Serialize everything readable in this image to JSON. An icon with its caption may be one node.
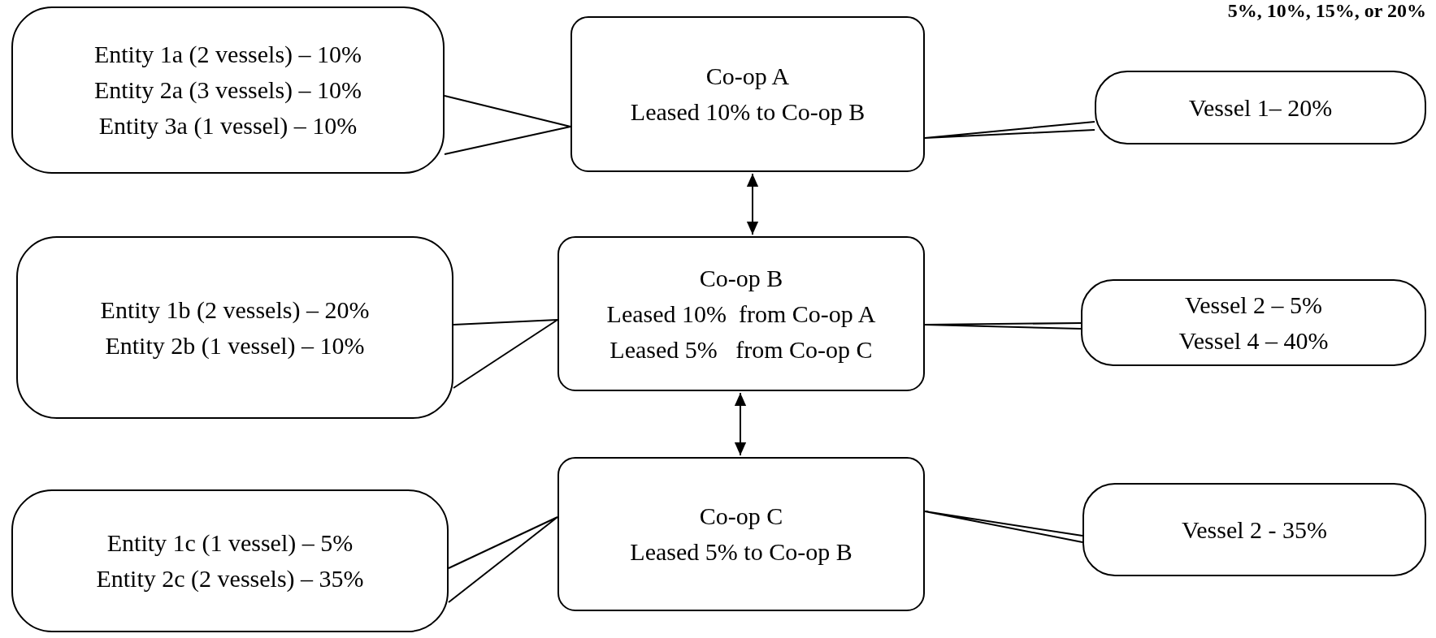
{
  "diagram": {
    "nodes": [
      {
        "text": [
          "Entity 1a (2 vessels) – 10%",
          "Entity 2a (3 vessels) – 10%",
          "Entity 3a (1 vessel) – 10%"
        ]
      },
      {
        "text": [
          "Co-op A",
          "Leased 10% to Co-op B"
        ]
      },
      {
        "text": [
          "Vessel 1– 20%"
        ]
      },
      {
        "text": [
          "Entity 1b (2 vessels) – 20%",
          "Entity 2b (1 vessel) – 10%"
        ]
      },
      {
        "text": [
          "Co-op B",
          "Leased 10%  from Co-op A",
          "Leased 5%   from Co-op C"
        ]
      },
      {
        "text": [
          "Vessel 2 – 5%",
          "Vessel 4 – 40%"
        ]
      },
      {
        "text": [
          "Entity 1c (1 vessel) – 5%",
          "Entity 2c (2 vessels) – 35%"
        ]
      },
      {
        "text": [
          "Co-op C",
          "Leased 5% to Co-op B"
        ]
      },
      {
        "text": [
          "Vessel 2 - 35%"
        ]
      }
    ],
    "edges": [
      {
        "from": 0,
        "to": 1,
        "arrow": "none"
      },
      {
        "from": 2,
        "to": 1,
        "arrow": "none"
      },
      {
        "from": 1,
        "to": 4,
        "arrow": "both"
      },
      {
        "from": 3,
        "to": 4,
        "arrow": "none"
      },
      {
        "from": 5,
        "to": 4,
        "arrow": "none"
      },
      {
        "from": 4,
        "to": 7,
        "arrow": "both"
      },
      {
        "from": 6,
        "to": 7,
        "arrow": "none"
      },
      {
        "from": 8,
        "to": 7,
        "arrow": "none"
      }
    ],
    "labels": [
      "5%, 10%, 15%, or 20%"
    ]
  }
}
